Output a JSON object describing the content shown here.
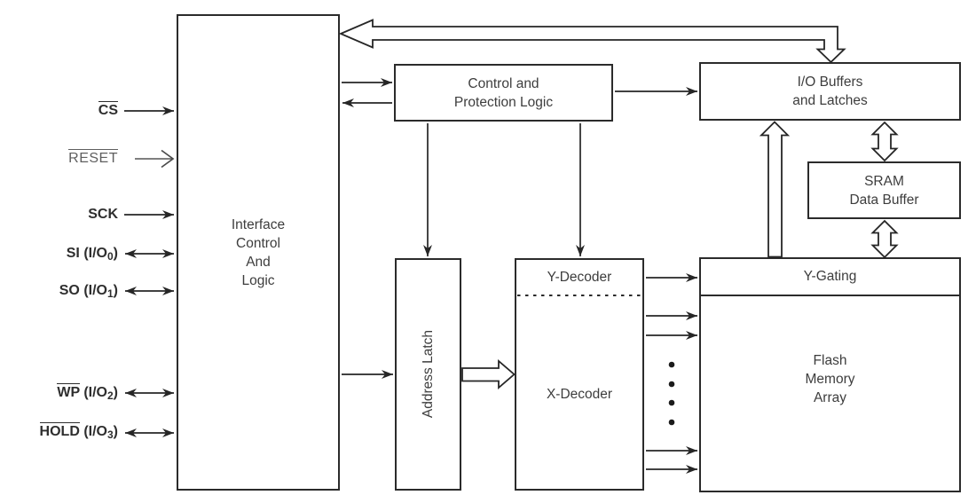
{
  "pins": [
    {
      "overline": "CS",
      "pre": "",
      "sub": "",
      "post": ""
    },
    {
      "overline": "RESET",
      "pre": "",
      "sub": "",
      "post": ""
    },
    {
      "overline": "",
      "pre": "SCK",
      "sub": "",
      "post": ""
    },
    {
      "overline": "",
      "pre": "SI (I/O",
      "sub": "0",
      "post": ")"
    },
    {
      "overline": "",
      "pre": "SO (I/O",
      "sub": "1",
      "post": ")"
    },
    {
      "overline": "WP",
      "pre": " (I/O",
      "sub": "2",
      "post": ")"
    },
    {
      "overline": "HOLD",
      "pre": " (I/O",
      "sub": "3",
      "post": ")"
    }
  ],
  "blocks": {
    "interface": {
      "lines": [
        "Interface",
        "Control",
        "And",
        "Logic"
      ]
    },
    "control_protection": {
      "lines": [
        "Control and",
        "Protection Logic"
      ]
    },
    "io_buffers": {
      "lines": [
        "I/O Buffers",
        "and Latches"
      ]
    },
    "sram_buffer": {
      "lines": [
        "SRAM",
        "Data Buffer"
      ]
    },
    "address_latch": {
      "label": "Address Latch"
    },
    "y_decoder": {
      "label": "Y-Decoder"
    },
    "x_decoder": {
      "label": "X-Decoder"
    },
    "y_gating": {
      "label": "Y-Gating"
    },
    "flash_array": {
      "lines": [
        "Flash",
        "Memory",
        "Array"
      ]
    }
  },
  "colors": {
    "line": "#262626",
    "box_border": "#2b2b2b",
    "text": "#3d3d3d",
    "pin_text": "#2e2e2e",
    "muted_text": "#5f5f5f",
    "background": "#ffffff"
  }
}
